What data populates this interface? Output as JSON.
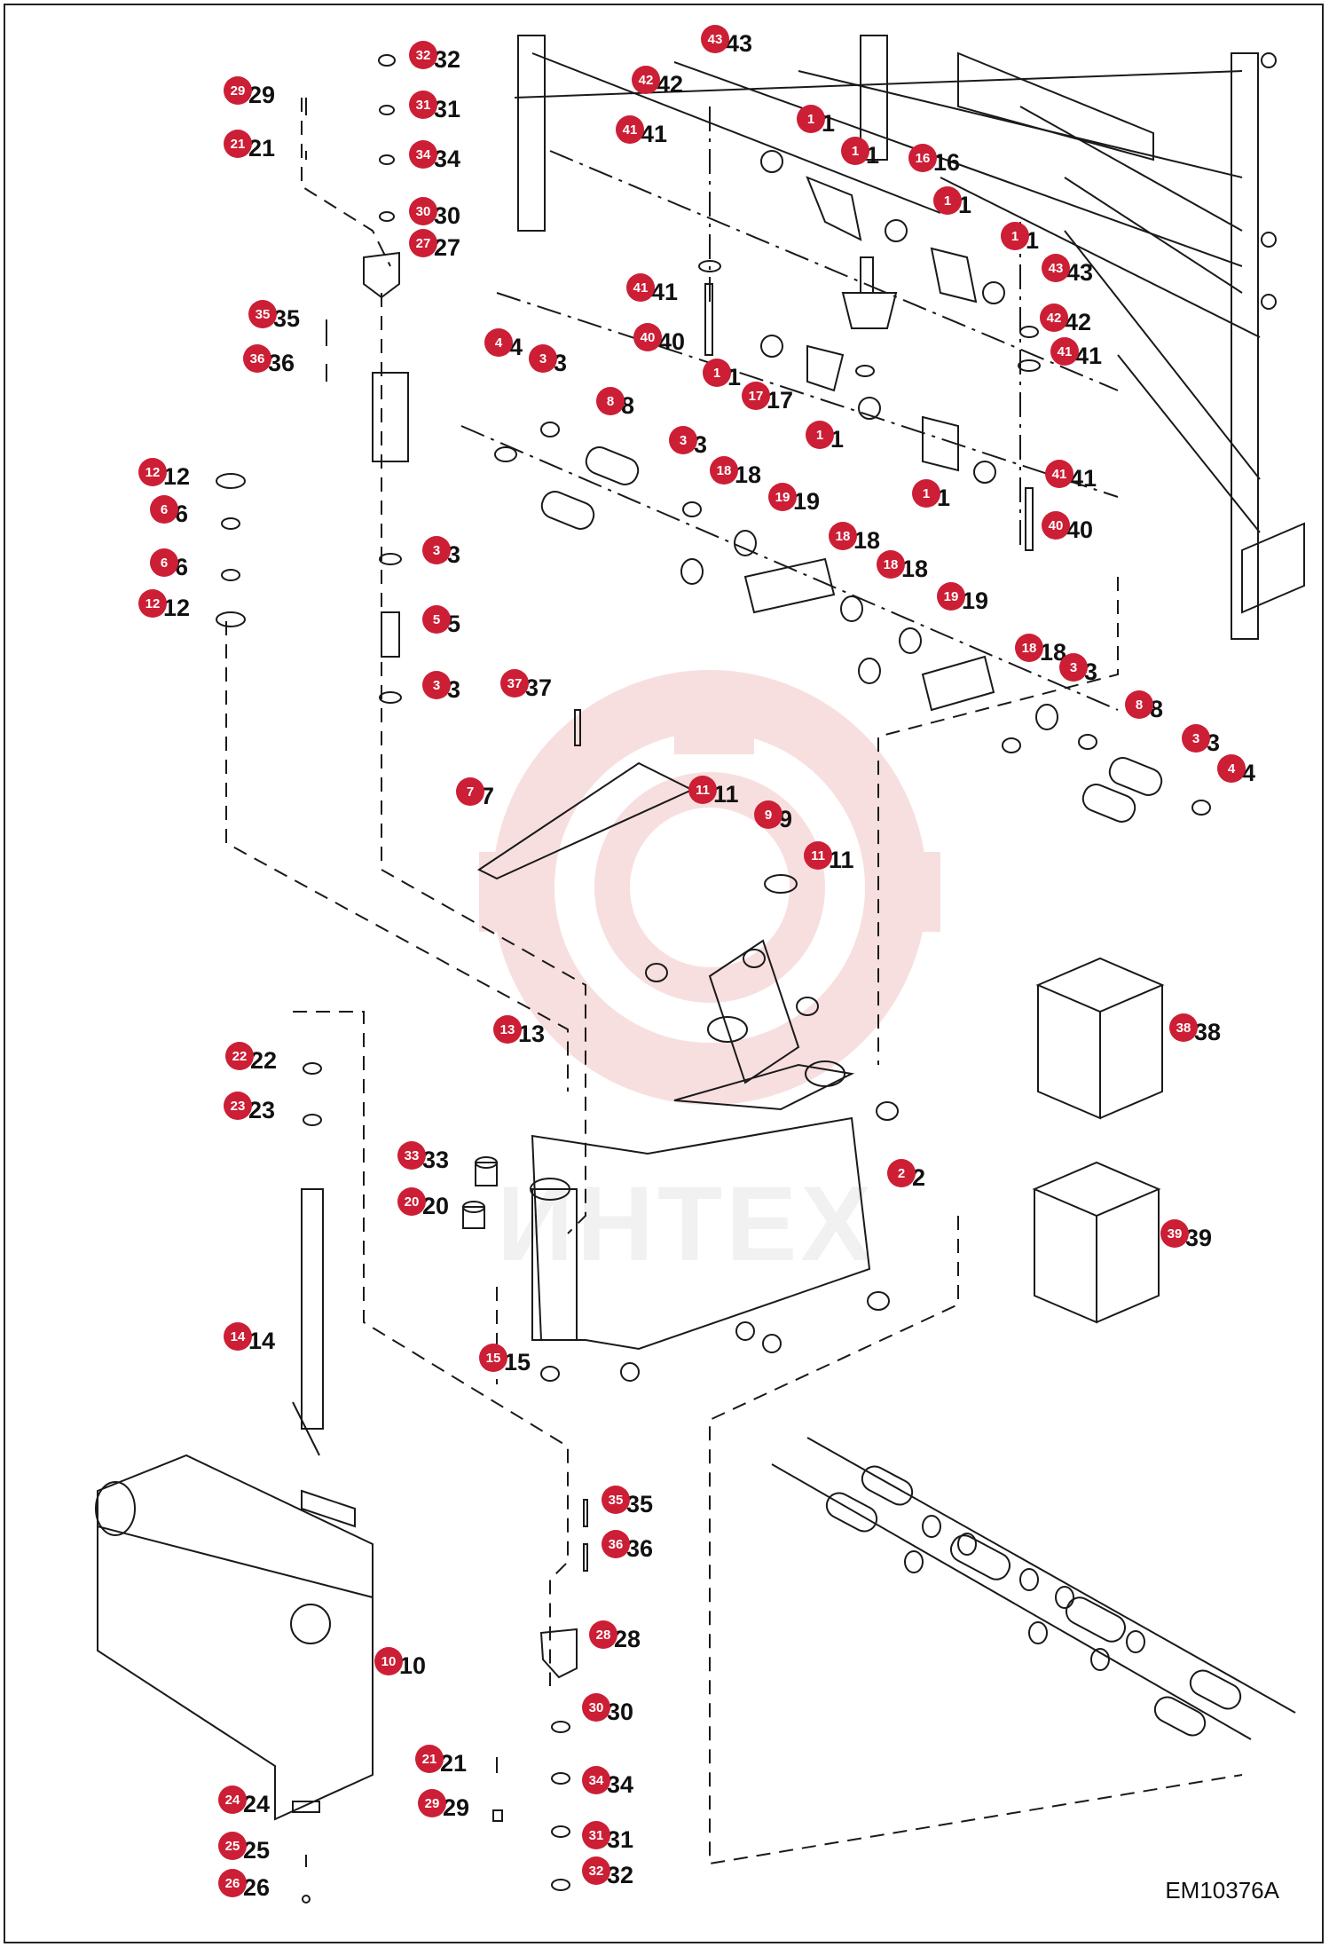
{
  "drawing_code": "EM10376A",
  "watermark_text": "ИНТЕХ",
  "colors": {
    "callout": "#cc1e35",
    "line": "#1a1a1a",
    "watermark": "#f3c5c5"
  },
  "callouts": [
    {
      "n": "32",
      "label": "32"
    },
    {
      "n": "29",
      "label": "29"
    },
    {
      "n": "31",
      "label": "31"
    },
    {
      "n": "21",
      "label": "21"
    },
    {
      "n": "34",
      "label": "34"
    },
    {
      "n": "30",
      "label": "30"
    },
    {
      "n": "27",
      "label": "27"
    },
    {
      "n": "35",
      "label": "35"
    },
    {
      "n": "36",
      "label": "36"
    },
    {
      "n": "12",
      "label": "12"
    },
    {
      "n": "6",
      "label": "6"
    },
    {
      "n": "6",
      "label": "6"
    },
    {
      "n": "12",
      "label": "12"
    },
    {
      "n": "3",
      "label": "3"
    },
    {
      "n": "5",
      "label": "5"
    },
    {
      "n": "3",
      "label": "3"
    },
    {
      "n": "43",
      "label": "43"
    },
    {
      "n": "42",
      "label": "42"
    },
    {
      "n": "41",
      "label": "41"
    },
    {
      "n": "1",
      "label": "1"
    },
    {
      "n": "1",
      "label": "1"
    },
    {
      "n": "16",
      "label": "16"
    },
    {
      "n": "1",
      "label": "1"
    },
    {
      "n": "1",
      "label": "1"
    },
    {
      "n": "43",
      "label": "43"
    },
    {
      "n": "41",
      "label": "41"
    },
    {
      "n": "42",
      "label": "42"
    },
    {
      "n": "40",
      "label": "40"
    },
    {
      "n": "41",
      "label": "41"
    },
    {
      "n": "4",
      "label": "4"
    },
    {
      "n": "3",
      "label": "3"
    },
    {
      "n": "1",
      "label": "1"
    },
    {
      "n": "17",
      "label": "17"
    },
    {
      "n": "8",
      "label": "8"
    },
    {
      "n": "3",
      "label": "3"
    },
    {
      "n": "1",
      "label": "1"
    },
    {
      "n": "18",
      "label": "18"
    },
    {
      "n": "19",
      "label": "19"
    },
    {
      "n": "41",
      "label": "41"
    },
    {
      "n": "1",
      "label": "1"
    },
    {
      "n": "40",
      "label": "40"
    },
    {
      "n": "18",
      "label": "18"
    },
    {
      "n": "18",
      "label": "18"
    },
    {
      "n": "19",
      "label": "19"
    },
    {
      "n": "18",
      "label": "18"
    },
    {
      "n": "3",
      "label": "3"
    },
    {
      "n": "8",
      "label": "8"
    },
    {
      "n": "3",
      "label": "3"
    },
    {
      "n": "4",
      "label": "4"
    },
    {
      "n": "37",
      "label": "37"
    },
    {
      "n": "7",
      "label": "7"
    },
    {
      "n": "11",
      "label": "11"
    },
    {
      "n": "9",
      "label": "9"
    },
    {
      "n": "11",
      "label": "11"
    },
    {
      "n": "38",
      "label": "38"
    },
    {
      "n": "13",
      "label": "13"
    },
    {
      "n": "22",
      "label": "22"
    },
    {
      "n": "23",
      "label": "23"
    },
    {
      "n": "33",
      "label": "33"
    },
    {
      "n": "20",
      "label": "20"
    },
    {
      "n": "2",
      "label": "2"
    },
    {
      "n": "39",
      "label": "39"
    },
    {
      "n": "14",
      "label": "14"
    },
    {
      "n": "15",
      "label": "15"
    },
    {
      "n": "35",
      "label": "35"
    },
    {
      "n": "36",
      "label": "36"
    },
    {
      "n": "10",
      "label": "10"
    },
    {
      "n": "28",
      "label": "28"
    },
    {
      "n": "30",
      "label": "30"
    },
    {
      "n": "21",
      "label": "21"
    },
    {
      "n": "34",
      "label": "34"
    },
    {
      "n": "29",
      "label": "29"
    },
    {
      "n": "31",
      "label": "31"
    },
    {
      "n": "24",
      "label": "24"
    },
    {
      "n": "25",
      "label": "25"
    },
    {
      "n": "26",
      "label": "26"
    },
    {
      "n": "32",
      "label": "32"
    }
  ]
}
